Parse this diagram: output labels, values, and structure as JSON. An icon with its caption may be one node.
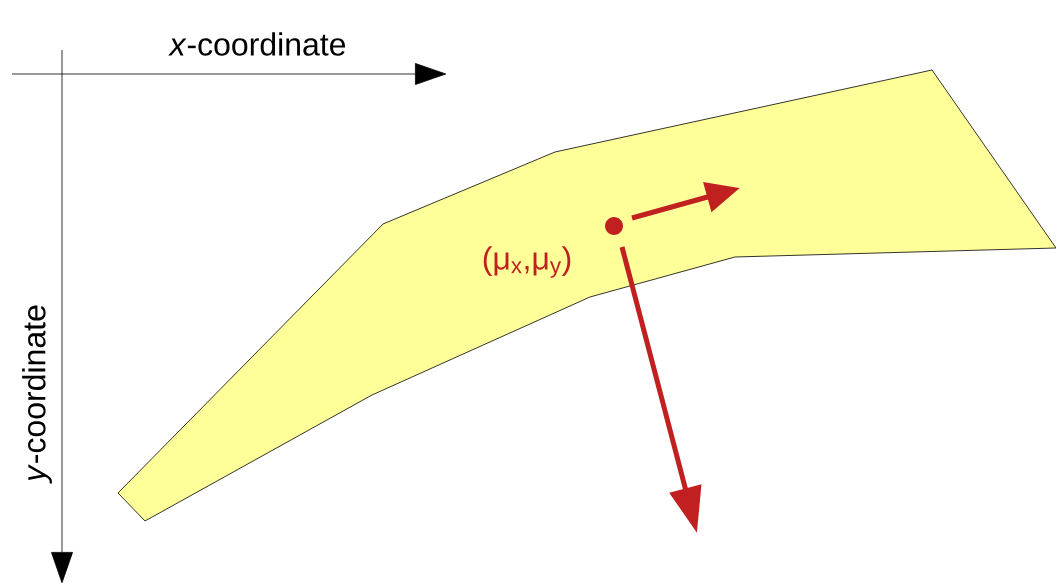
{
  "diagram": {
    "labels": [
      "*x*-coordinate",
      "*y*-coordinate",
      "(μ$_{x}$,μ$_{y}$)"
    ]
  }
}
